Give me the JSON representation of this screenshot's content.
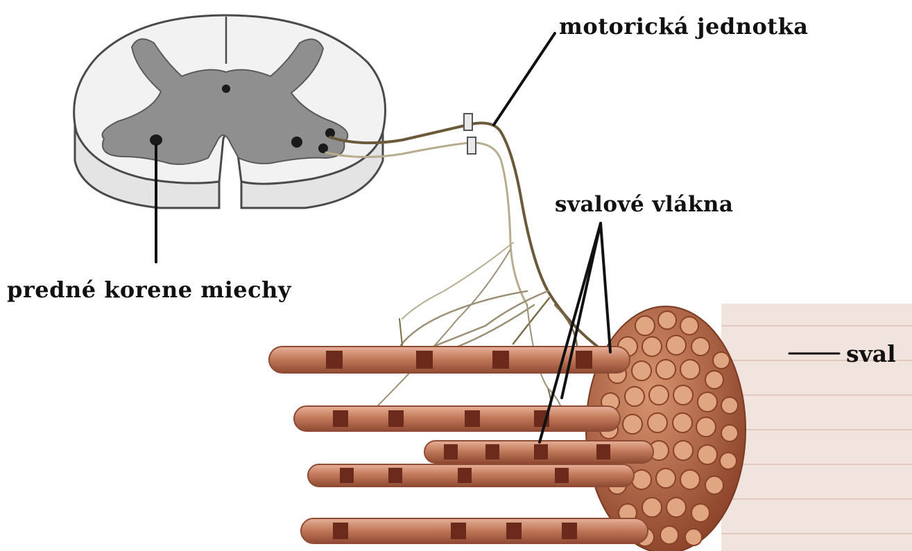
{
  "labels": {
    "motor_unit": "motorická jednotka",
    "muscle_fibers": "svalové vlákna",
    "anterior_roots": "predné korene miechy",
    "muscle": "sval"
  },
  "colors": {
    "white_matter": "#f2f2f2",
    "grey_matter": "#8f8f8f",
    "outline": "#4a4a4a",
    "nerve_light": "#d9d2b8",
    "nerve_dark": "#6b5a3a",
    "muscle_fiber": "#c47b5c",
    "muscle_fiber_light": "#dca287",
    "muscle_band": "#6b2a1c",
    "muscle_cross_section": "#b5653f",
    "label_text": "#111111"
  }
}
